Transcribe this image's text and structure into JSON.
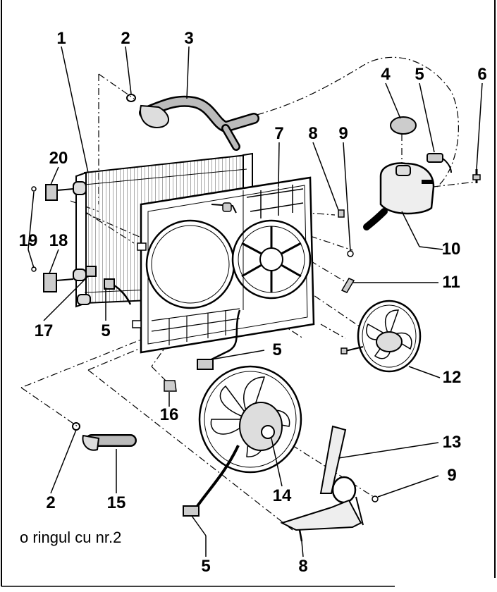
{
  "callouts": [
    "1",
    "2",
    "3",
    "4",
    "5",
    "6",
    "7",
    "8",
    "9",
    "20",
    "19",
    "18",
    "17",
    "5",
    "10",
    "11",
    "12",
    "5",
    "16",
    "13",
    "9",
    "2",
    "15",
    "14",
    "5",
    "8"
  ],
  "note": "o ringul cu nr.2"
}
